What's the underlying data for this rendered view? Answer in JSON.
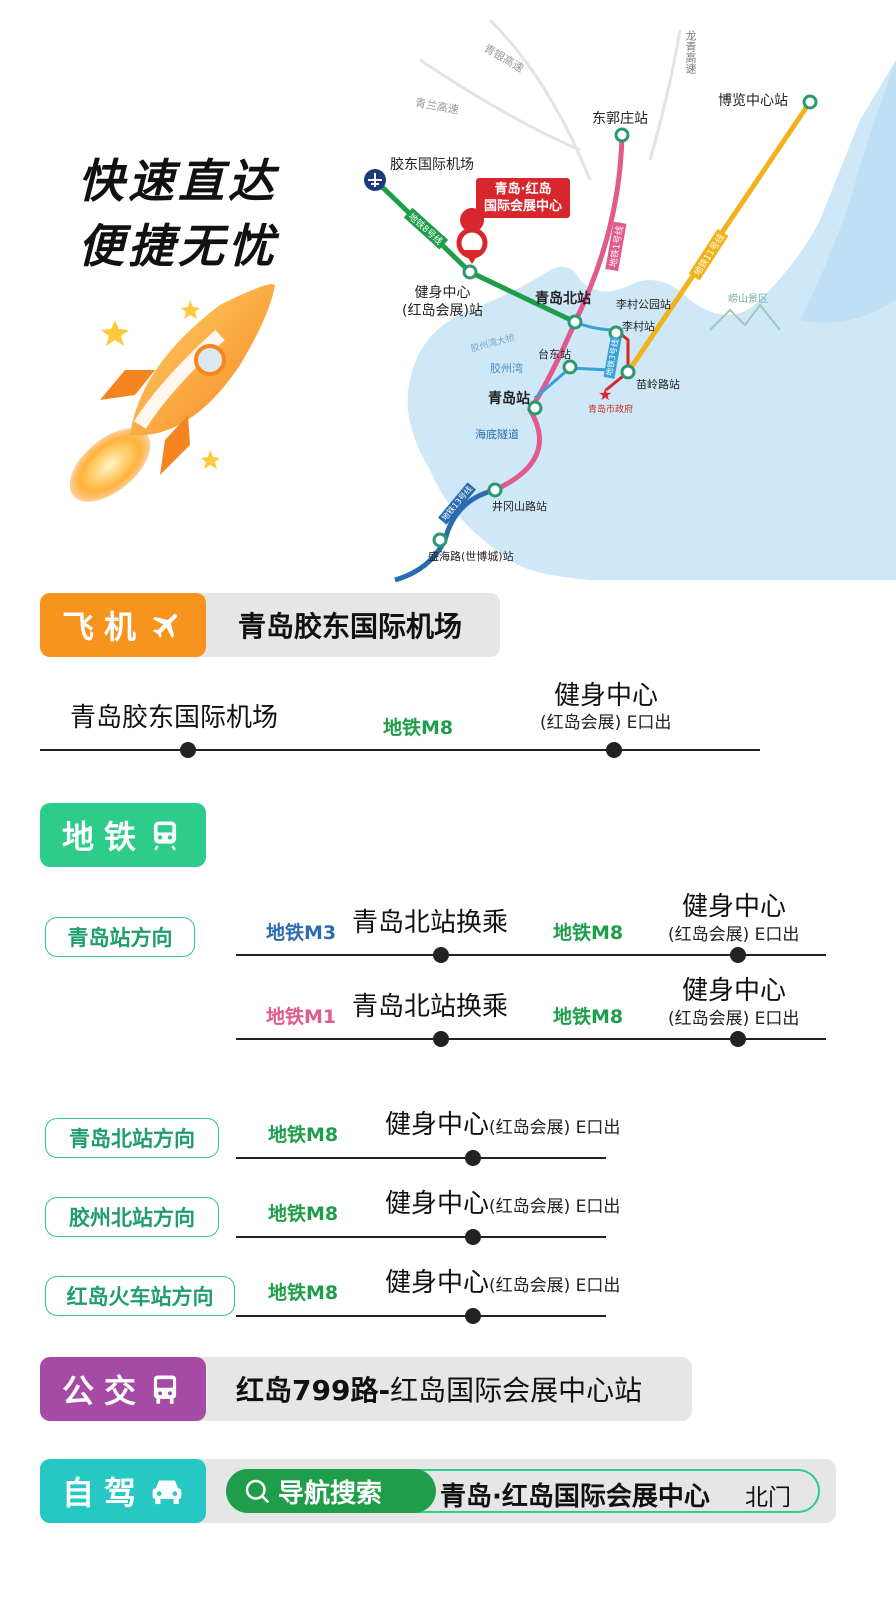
{
  "hero": {
    "slogan_line1": "快速直达",
    "slogan_line2": "便捷无忧"
  },
  "map": {
    "venue_label_line1": "青岛·红岛",
    "venue_label_line2": "国际会展中心",
    "stations": {
      "airport": "胶东国际机场",
      "dongguozhuang": "东郭庄站",
      "expo_center": "博览中心站",
      "fitness_line1": "健身中心",
      "fitness_line2": "(红岛会展)站",
      "qingdao_north": "青岛北站",
      "licun_park": "李村公园站",
      "licun": "李村站",
      "taidong": "台东站",
      "qingdao": "青岛站",
      "miaoling": "苗岭路站",
      "city_gov": "青岛市政府",
      "jinggangshan": "井冈山路站",
      "shenghai": "盛海路(世博城)站"
    },
    "labels": {
      "bay": "胶州湾",
      "bridge": "胶州湾大桥",
      "tunnel": "海底隧道",
      "laoshan": "崂山景区",
      "road_top": "龙青高速",
      "m8": "地铁8号线",
      "m1": "地铁1号线",
      "m11": "地铁11号线",
      "m3": "地铁3号线",
      "m13": "地铁13号线",
      "highway1": "青银高速",
      "highway2": "青兰高速"
    }
  },
  "plane": {
    "tag": "飞机",
    "bar_text": "青岛胶东国际机场",
    "from": "青岛胶东国际机场",
    "line": "地铁M8",
    "to_line1": "健身中心",
    "to_line2": "(红岛会展) E口出"
  },
  "metro": {
    "tag": "地铁",
    "dir_qingdao": "青岛站方向",
    "route1": {
      "line_a": "地铁M3",
      "transfer": "青岛北站换乘",
      "line_b": "地铁M8",
      "dest_line1": "健身中心",
      "dest_line2": "(红岛会展) E口出"
    },
    "route2": {
      "line_a": "地铁M1",
      "transfer": "青岛北站换乘",
      "line_b": "地铁M8",
      "dest_line1": "健身中心",
      "dest_line2": "(红岛会展) E口出"
    },
    "dir_north": "青岛北站方向",
    "dir_jiaozhou": "胶州北站方向",
    "dir_hongdao": "红岛火车站方向",
    "short_line": "地铁M8",
    "short_dest_main": "健身中心",
    "short_dest_sub": "(红岛会展) E口出"
  },
  "bus": {
    "tag": "公交",
    "route_bold": "红岛799路-",
    "route_rest": "红岛国际会展中心站"
  },
  "drive": {
    "tag": "自驾",
    "search_label": "导航搜索",
    "destination": "青岛·红岛国际会展中心",
    "gate": "北门"
  },
  "colors": {
    "plane": "#f7941d",
    "metro": "#2ecc8a",
    "bus": "#a54ba6",
    "drive": "#27c7c3",
    "m8": "#1e9e4a",
    "m3": "#2b6cb0",
    "m1": "#e05a8c",
    "m11": "#f2b21c"
  }
}
